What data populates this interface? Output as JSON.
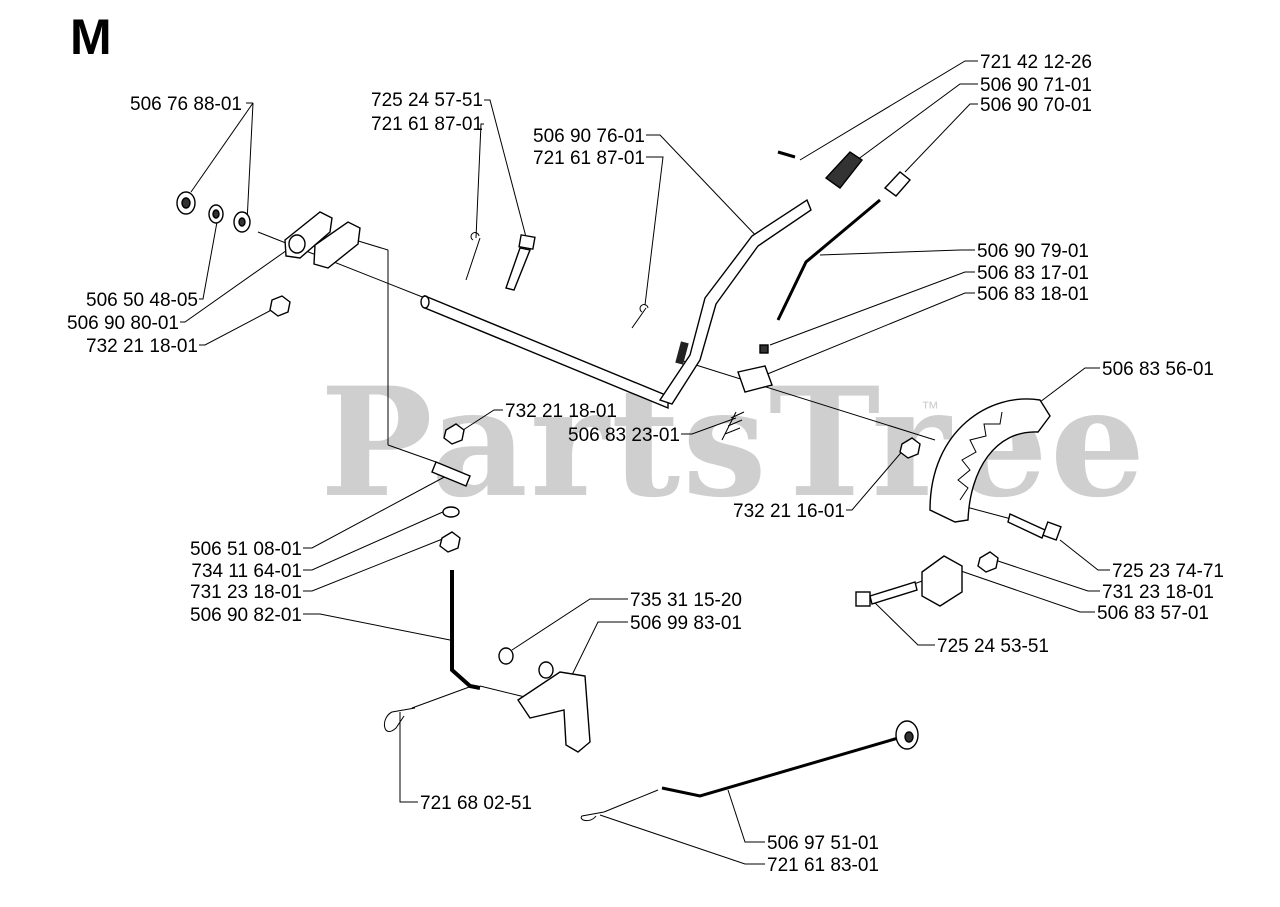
{
  "section_letter": "M",
  "watermark": {
    "text": "PartsTree",
    "mark": "™"
  },
  "part_numbers": [
    "506 76 88-01",
    "725 24 57-51",
    "721 61 87-01",
    "506 90 76-01",
    "721 61 87-01",
    "721 42 12-26",
    "506 90 71-01",
    "506 90 70-01",
    "506 50 48-05",
    "506 90 80-01",
    "732 21 18-01",
    "506 90 79-01",
    "506 83 17-01",
    "506 83 18-01",
    "506 83 56-01",
    "732 21 18-01",
    "506 83 23-01",
    "732 21 16-01",
    "506 51 08-01",
    "734 11 64-01",
    "731 23 18-01",
    "506 90 82-01",
    "735 31 15-20",
    "506 99 83-01",
    "725 23 74-71",
    "731 23 18-01",
    "506 83 57-01",
    "725 24 53-51",
    "721 68 02-51",
    "506 97 51-01",
    "721 61 83-01"
  ]
}
